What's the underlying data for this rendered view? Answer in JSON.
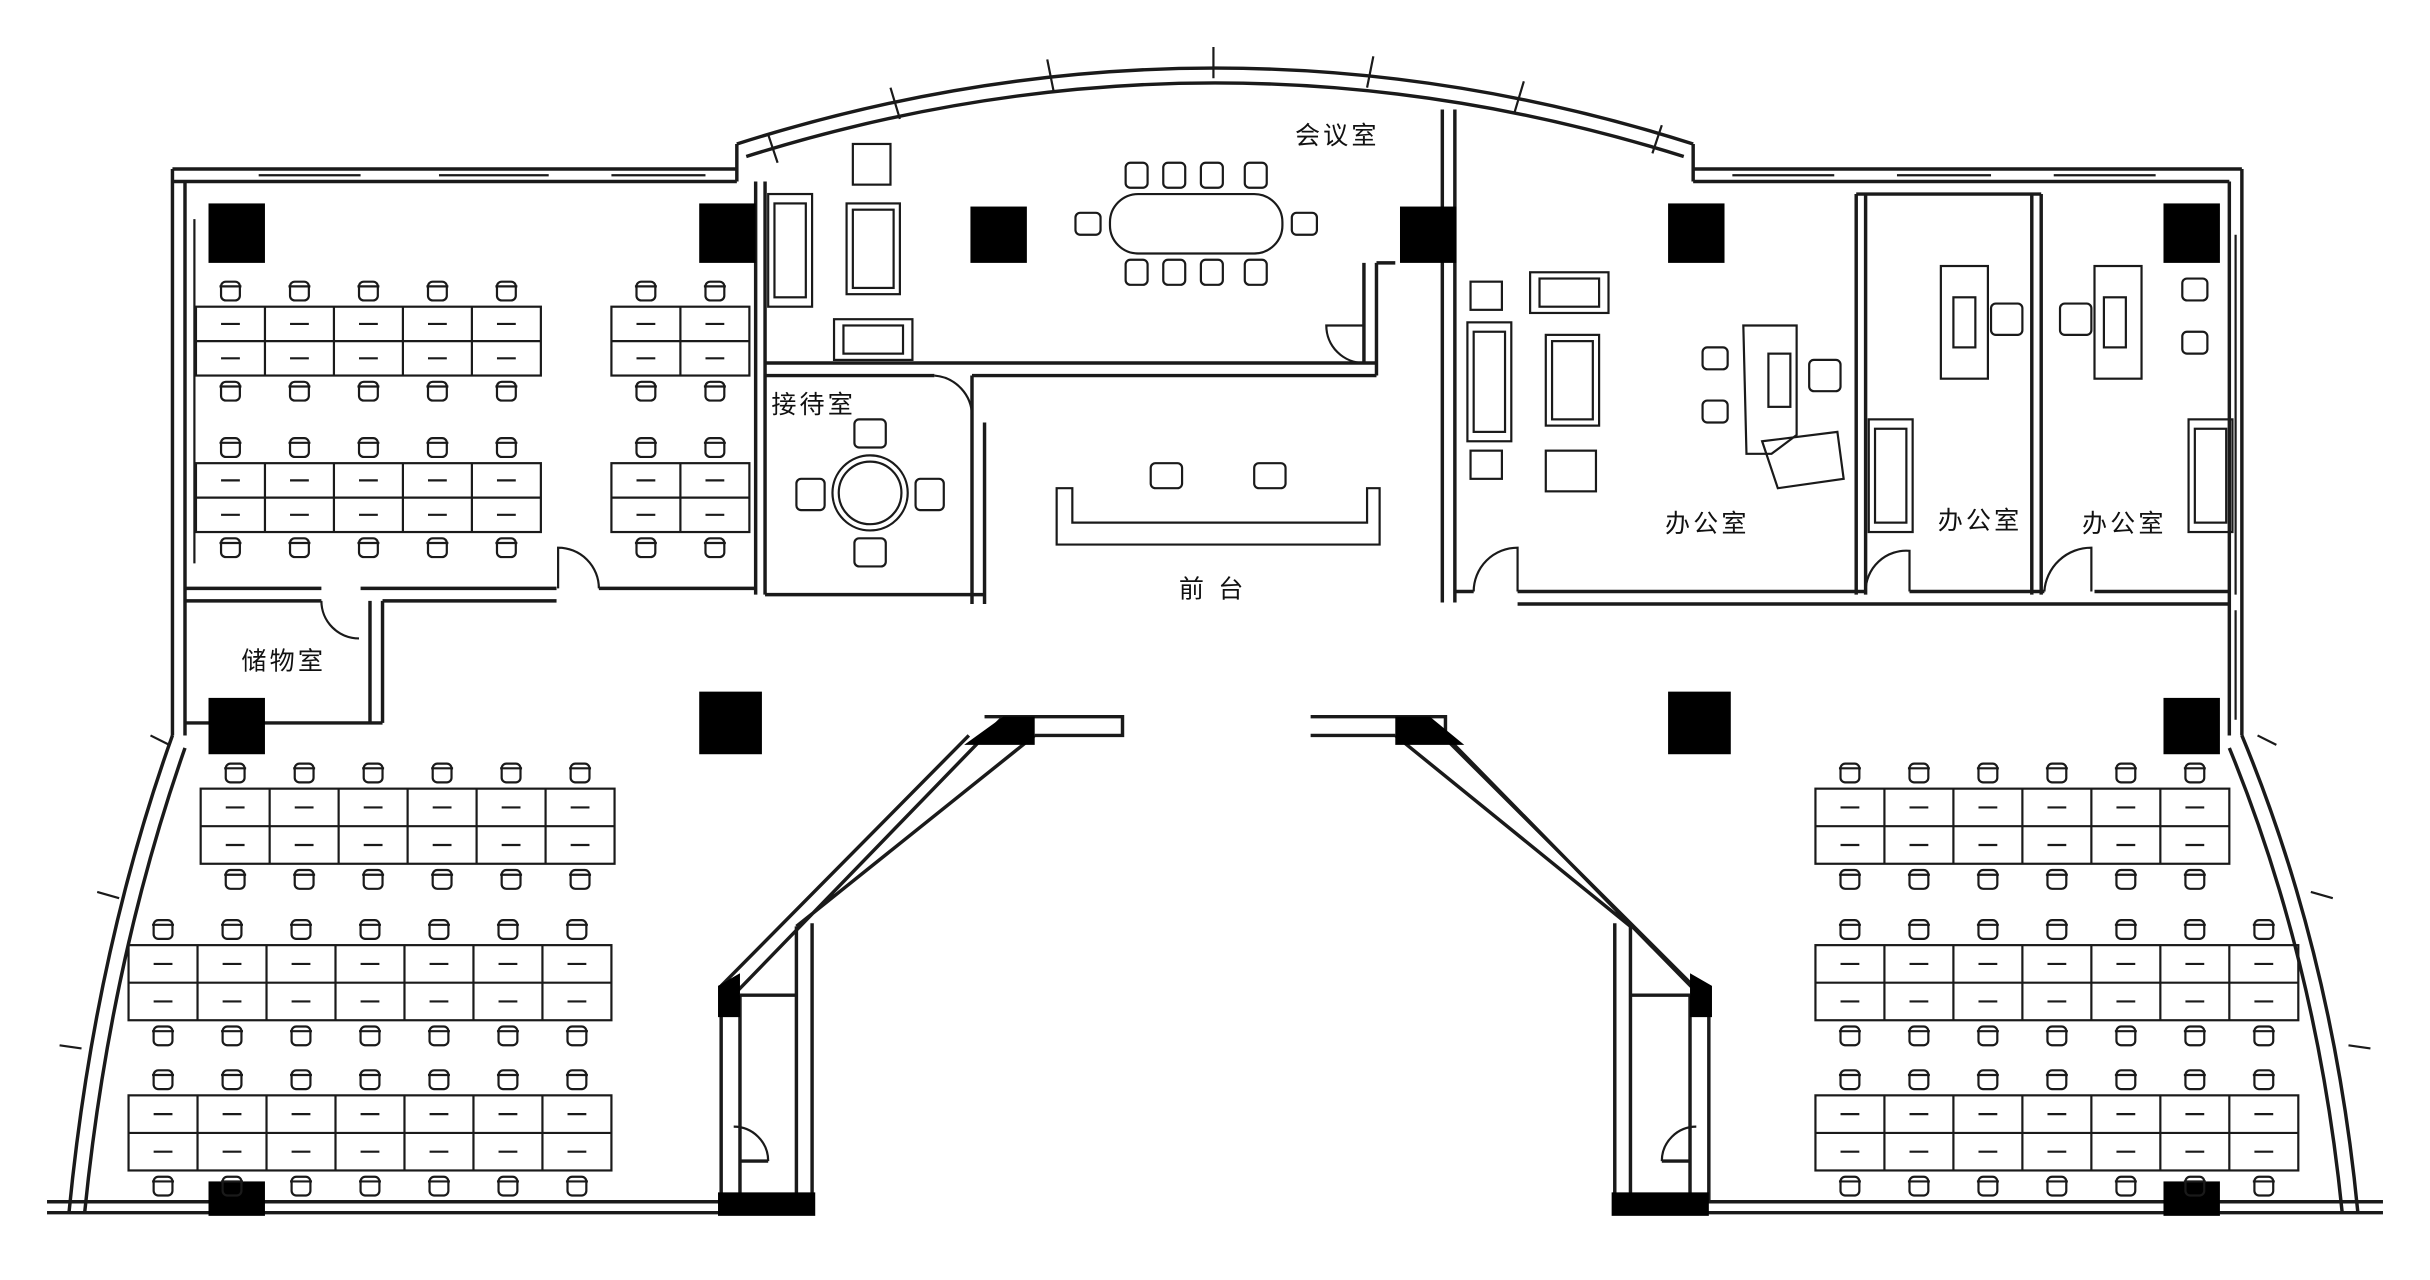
{
  "labels": {
    "meeting_room": "会议室",
    "reception_room": "接待室",
    "front_desk": "前 台",
    "storage_room": "储物室",
    "office_1": "办公室",
    "office_2": "办公室",
    "office_3": "办公室"
  }
}
